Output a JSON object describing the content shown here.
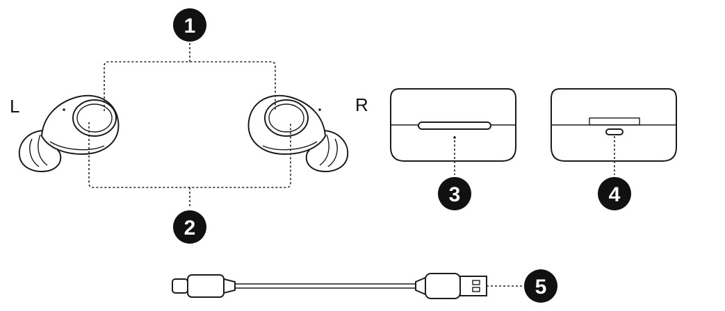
{
  "side_labels": {
    "left": "L",
    "right": "R"
  },
  "callouts": [
    {
      "id": "1",
      "label": "1"
    },
    {
      "id": "2",
      "label": "2"
    },
    {
      "id": "3",
      "label": "3"
    },
    {
      "id": "4",
      "label": "4"
    },
    {
      "id": "5",
      "label": "5"
    }
  ],
  "colors": {
    "line": "#1a1a1a",
    "badge": "#111111",
    "background": "#ffffff"
  }
}
